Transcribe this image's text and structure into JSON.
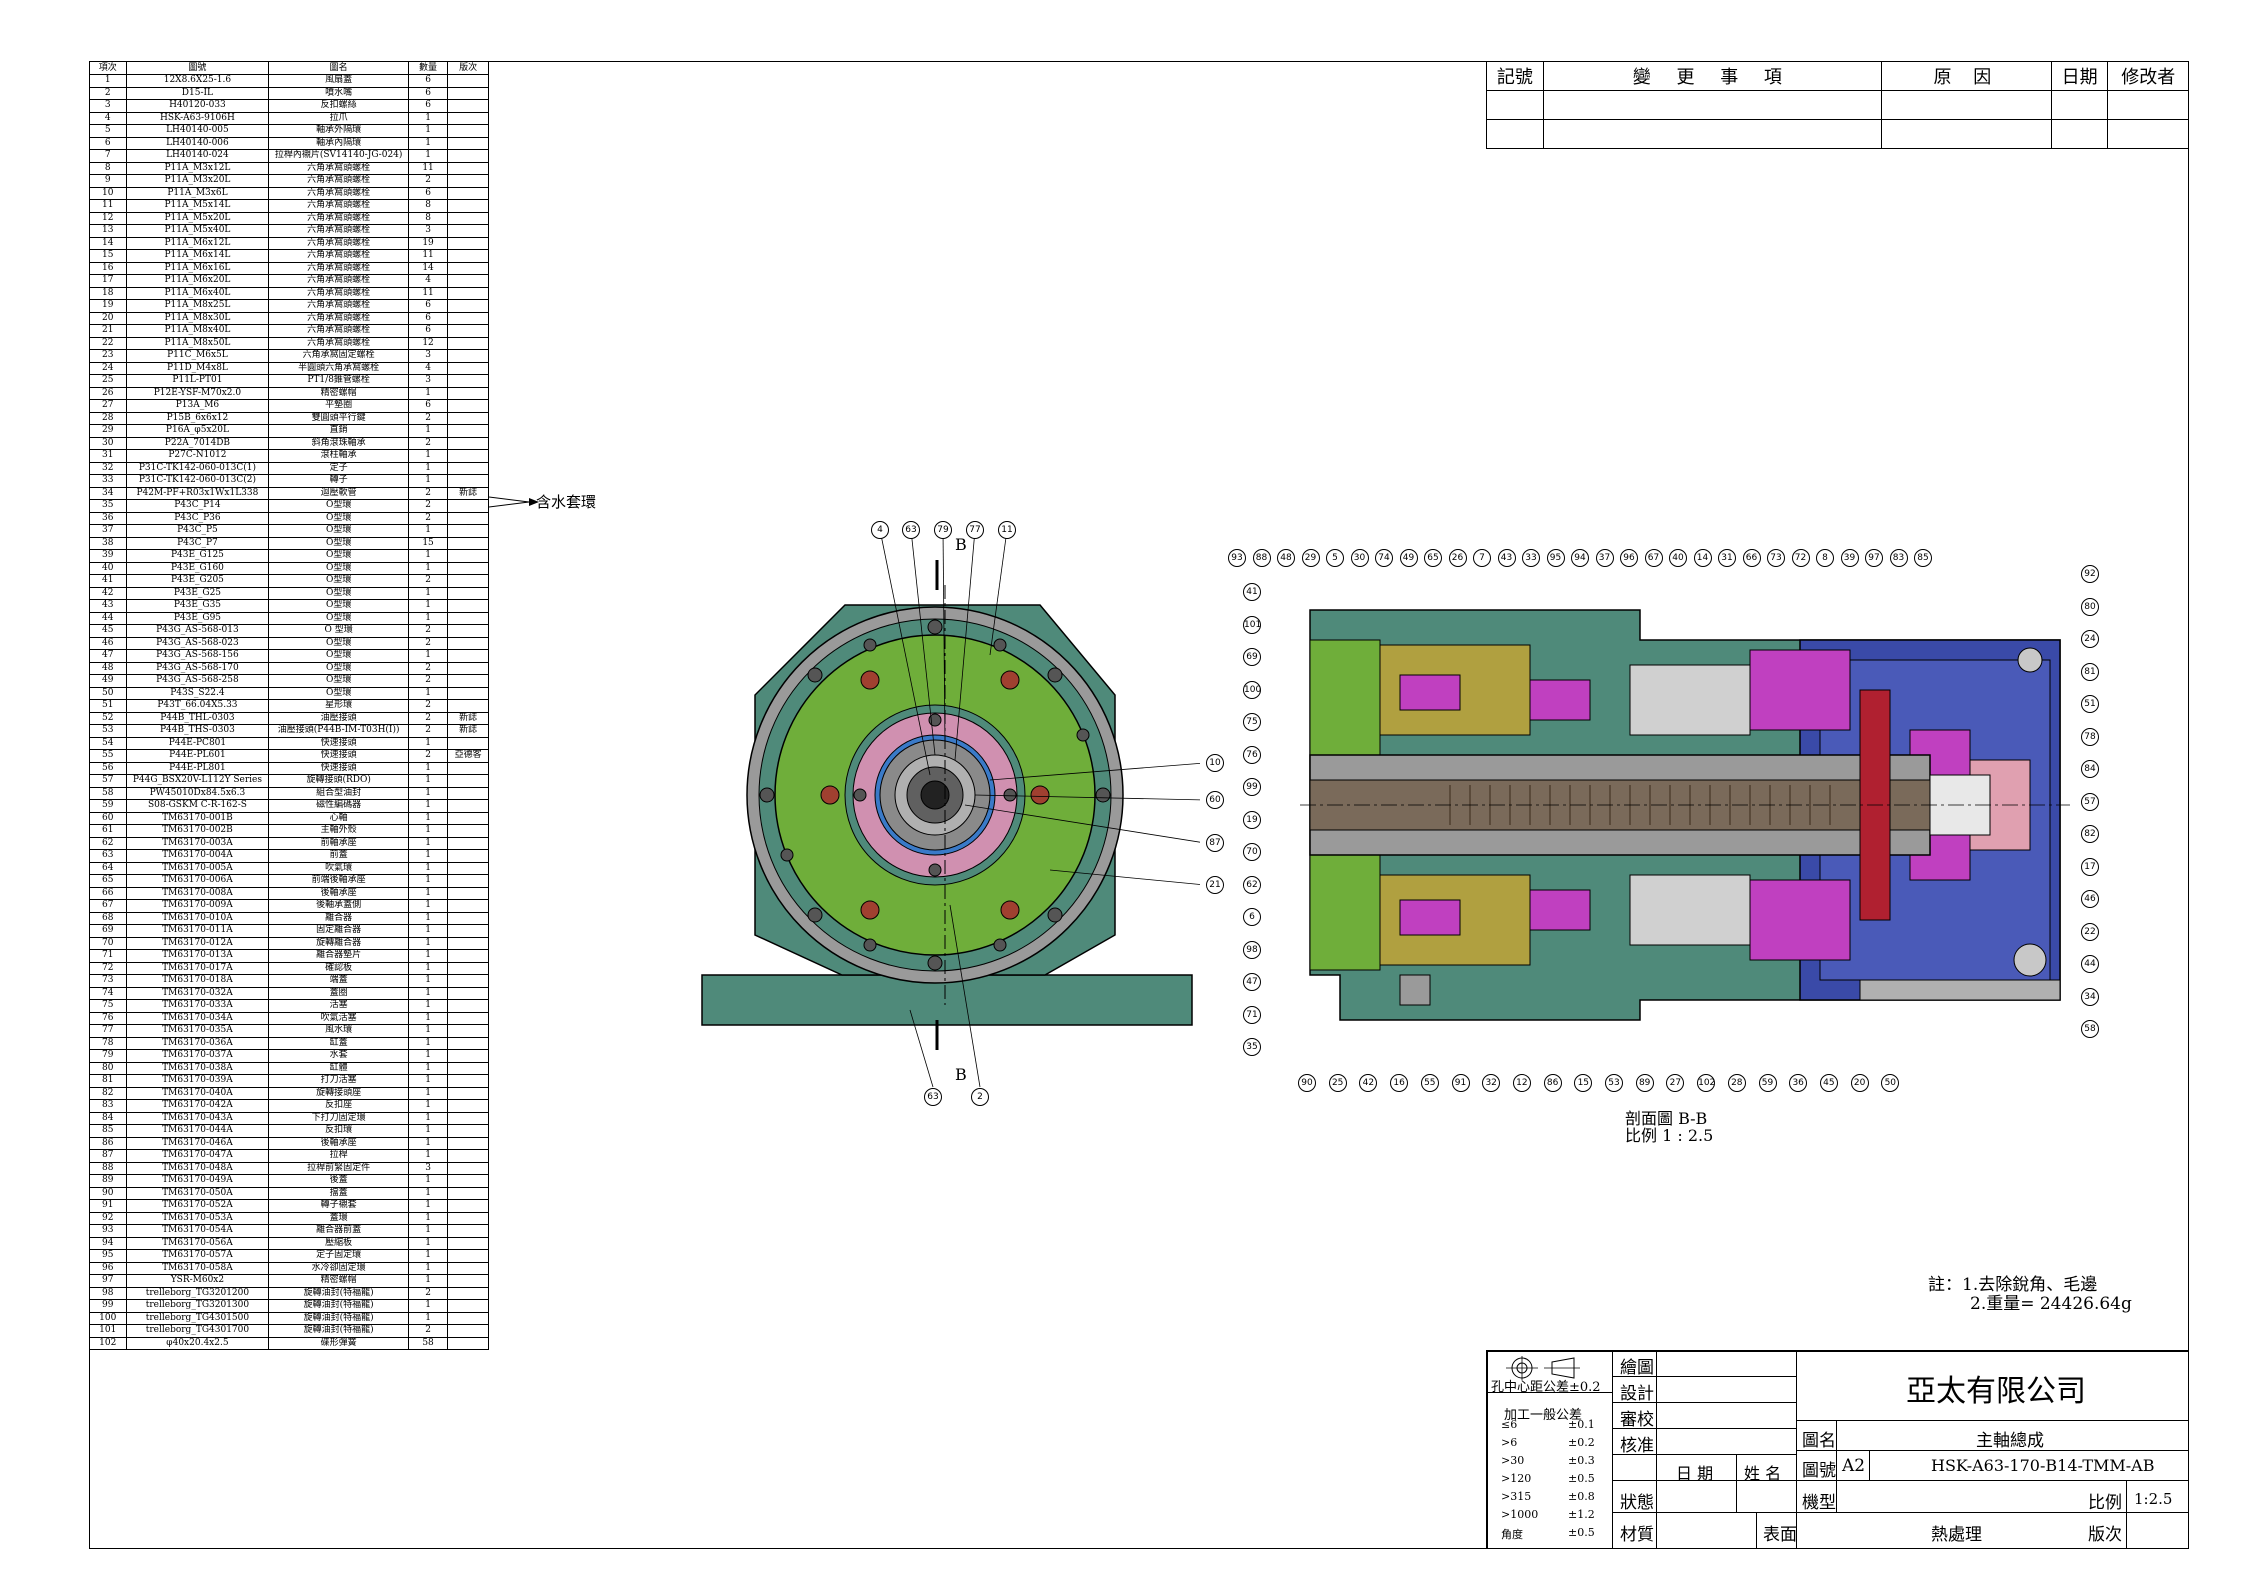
{
  "bom": {
    "headers": [
      "項次",
      "圖號",
      "圖名",
      "數量",
      "版次"
    ],
    "rows": [
      [
        "1",
        "12X8.6X25-1.6",
        "風扇蓋",
        "6",
        ""
      ],
      [
        "2",
        "D15-IL",
        "噴水嘴",
        "6",
        ""
      ],
      [
        "3",
        "H40120-033",
        "反扣螺絲",
        "6",
        ""
      ],
      [
        "4",
        "HSK-A63-9106H",
        "拉爪",
        "1",
        ""
      ],
      [
        "5",
        "LH40140-005",
        "軸承外隔環",
        "1",
        ""
      ],
      [
        "6",
        "LH40140-006",
        "軸承內隔環",
        "1",
        ""
      ],
      [
        "7",
        "LH40140-024",
        "拉桿內襯片(SV14140-JG-024)",
        "1",
        ""
      ],
      [
        "8",
        "P11A_M3x12L",
        "六角承窩頭螺栓",
        "11",
        ""
      ],
      [
        "9",
        "P11A_M3x20L",
        "六角承窩頭螺栓",
        "2",
        ""
      ],
      [
        "10",
        "P11A_M3x6L",
        "六角承窩頭螺栓",
        "6",
        ""
      ],
      [
        "11",
        "P11A_M5x14L",
        "六角承窩頭螺栓",
        "8",
        ""
      ],
      [
        "12",
        "P11A_M5x20L",
        "六角承窩頭螺栓",
        "8",
        ""
      ],
      [
        "13",
        "P11A_M5x40L",
        "六角承窩頭螺栓",
        "3",
        ""
      ],
      [
        "14",
        "P11A_M6x12L",
        "六角承窩頭螺栓",
        "19",
        ""
      ],
      [
        "15",
        "P11A_M6x14L",
        "六角承窩頭螺栓",
        "11",
        ""
      ],
      [
        "16",
        "P11A_M6x16L",
        "六角承窩頭螺栓",
        "14",
        ""
      ],
      [
        "17",
        "P11A_M6x20L",
        "六角承窩頭螺栓",
        "4",
        ""
      ],
      [
        "18",
        "P11A_M6x40L",
        "六角承窩頭螺栓",
        "11",
        ""
      ],
      [
        "19",
        "P11A_M8x25L",
        "六角承窩頭螺栓",
        "6",
        ""
      ],
      [
        "20",
        "P11A_M8x30L",
        "六角承窩頭螺栓",
        "6",
        ""
      ],
      [
        "21",
        "P11A_M8x40L",
        "六角承窩頭螺栓",
        "6",
        ""
      ],
      [
        "22",
        "P11A_M8x50L",
        "六角承窩頭螺栓",
        "12",
        ""
      ],
      [
        "23",
        "P11C_M6x5L",
        "六角承窩固定螺栓",
        "3",
        ""
      ],
      [
        "24",
        "P11D_M4x8L",
        "半圓頭六角承窩螺栓",
        "4",
        ""
      ],
      [
        "25",
        "P11L-PT01",
        "PT1/8錐管螺栓",
        "3",
        ""
      ],
      [
        "26",
        "P12E-YSF-M70x2.0",
        "精密螺帽",
        "1",
        ""
      ],
      [
        "27",
        "P13A_M6",
        "平墊圈",
        "6",
        ""
      ],
      [
        "28",
        "P15B_6x6x12",
        "雙圓頭平行鍵",
        "2",
        ""
      ],
      [
        "29",
        "P16A_φ5x20L",
        "直銷",
        "1",
        ""
      ],
      [
        "30",
        "P22A_7014DB",
        "斜角滾珠軸承",
        "2",
        ""
      ],
      [
        "31",
        "P27C-N1012",
        "滾柱軸承",
        "1",
        ""
      ],
      [
        "32",
        "P31C-TK142-060-013C(1)",
        "定子",
        "1",
        ""
      ],
      [
        "33",
        "P31C-TK142-060-013C(2)",
        "轉子",
        "1",
        ""
      ],
      [
        "34",
        "P42M-PF+R03x1Wx1L338",
        "迴壓軟管",
        "2",
        "新誌"
      ],
      [
        "35",
        "P43C_P14",
        "O型環",
        "2",
        ""
      ],
      [
        "36",
        "P43C_P36",
        "O型環",
        "2",
        ""
      ],
      [
        "37",
        "P43C_P5",
        "O型環",
        "1",
        ""
      ],
      [
        "38",
        "P43C_P7",
        "O型環",
        "15",
        ""
      ],
      [
        "39",
        "P43E_G125",
        "O型環",
        "1",
        ""
      ],
      [
        "40",
        "P43E_G160",
        "O型環",
        "1",
        ""
      ],
      [
        "41",
        "P43E_G205",
        "O型環",
        "2",
        ""
      ],
      [
        "42",
        "P43E_G25",
        "O型環",
        "1",
        ""
      ],
      [
        "43",
        "P43E_G35",
        "O型環",
        "1",
        ""
      ],
      [
        "44",
        "P43E_G95",
        "O型環",
        "1",
        ""
      ],
      [
        "45",
        "P43G_AS-568-013",
        "O 型環",
        "2",
        ""
      ],
      [
        "46",
        "P43G_AS-568-023",
        "O型環",
        "2",
        ""
      ],
      [
        "47",
        "P43G_AS-568-156",
        "O型環",
        "1",
        ""
      ],
      [
        "48",
        "P43G_AS-568-170",
        "O型環",
        "2",
        ""
      ],
      [
        "49",
        "P43G_AS-568-258",
        "O型環",
        "2",
        ""
      ],
      [
        "50",
        "P43S_S22.4",
        "O型環",
        "1",
        ""
      ],
      [
        "51",
        "P43T_66.04X5.33",
        "星形環",
        "2",
        ""
      ],
      [
        "52",
        "P44B_THL-0303",
        "油壓接頭",
        "2",
        "新誌"
      ],
      [
        "53",
        "P44B_THS-0303",
        "油壓接頭(P44B-IM-T03H(I))",
        "2",
        "新誌"
      ],
      [
        "54",
        "P44E-PC801",
        "快速接頭",
        "1",
        ""
      ],
      [
        "55",
        "P44E-PL601",
        "快速接頭",
        "2",
        "亞德客"
      ],
      [
        "56",
        "P44E-PL801",
        "快速接頭",
        "1",
        ""
      ],
      [
        "57",
        "P44G_BSX20V-L112Y Series",
        "旋轉接頭(RDO)",
        "1",
        ""
      ],
      [
        "58",
        "PW45010Dx84.5x6.3",
        "組合型油封",
        "1",
        ""
      ],
      [
        "59",
        "S08-GSKM C-R-162-S",
        "磁性編碼器",
        "1",
        ""
      ],
      [
        "60",
        "TM63170-001B",
        "心軸",
        "1",
        ""
      ],
      [
        "61",
        "TM63170-002B",
        "主軸外殼",
        "1",
        ""
      ],
      [
        "62",
        "TM63170-003A",
        "前軸承座",
        "1",
        ""
      ],
      [
        "63",
        "TM63170-004A",
        "前蓋",
        "1",
        ""
      ],
      [
        "64",
        "TM63170-005A",
        "吹氣環",
        "1",
        ""
      ],
      [
        "65",
        "TM63170-006A",
        "前端後軸承座",
        "1",
        ""
      ],
      [
        "66",
        "TM63170-008A",
        "後軸承座",
        "1",
        ""
      ],
      [
        "67",
        "TM63170-009A",
        "後軸承蓋側",
        "1",
        ""
      ],
      [
        "68",
        "TM63170-010A",
        "離合器",
        "1",
        ""
      ],
      [
        "69",
        "TM63170-011A",
        "固定離合器",
        "1",
        ""
      ],
      [
        "70",
        "TM63170-012A",
        "旋轉離合器",
        "1",
        ""
      ],
      [
        "71",
        "TM63170-013A",
        "離合器墊片",
        "1",
        ""
      ],
      [
        "72",
        "TM63170-017A",
        "確認板",
        "1",
        ""
      ],
      [
        "73",
        "TM63170-018A",
        "端蓋",
        "1",
        ""
      ],
      [
        "74",
        "TM63170-032A",
        "蓋圈",
        "1",
        ""
      ],
      [
        "75",
        "TM63170-033A",
        "活塞",
        "1",
        ""
      ],
      [
        "76",
        "TM63170-034A",
        "吹氣活塞",
        "1",
        ""
      ],
      [
        "77",
        "TM63170-035A",
        "風水環",
        "1",
        ""
      ],
      [
        "78",
        "TM63170-036A",
        "缸蓋",
        "1",
        ""
      ],
      [
        "79",
        "TM63170-037A",
        "水套",
        "1",
        ""
      ],
      [
        "80",
        "TM63170-038A",
        "缸體",
        "1",
        ""
      ],
      [
        "81",
        "TM63170-039A",
        "打刀活塞",
        "1",
        ""
      ],
      [
        "82",
        "TM63170-040A",
        "旋轉接頭座",
        "1",
        ""
      ],
      [
        "83",
        "TM63170-042A",
        "反扣座",
        "1",
        ""
      ],
      [
        "84",
        "TM63170-043A",
        "下打刀固定環",
        "1",
        ""
      ],
      [
        "85",
        "TM63170-044A",
        "反扣環",
        "1",
        ""
      ],
      [
        "86",
        "TM63170-046A",
        "後軸承座",
        "1",
        ""
      ],
      [
        "87",
        "TM63170-047A",
        "拉桿",
        "1",
        ""
      ],
      [
        "88",
        "TM63170-048A",
        "拉桿前緊固定件",
        "3",
        ""
      ],
      [
        "89",
        "TM63170-049A",
        "後蓋",
        "1",
        ""
      ],
      [
        "90",
        "TM63170-050A",
        "擋蓋",
        "1",
        ""
      ],
      [
        "91",
        "TM63170-052A",
        "轉子襯套",
        "1",
        ""
      ],
      [
        "92",
        "TM63170-053A",
        "蓋環",
        "1",
        ""
      ],
      [
        "93",
        "TM63170-054A",
        "離合器前蓋",
        "1",
        ""
      ],
      [
        "94",
        "TM63170-056A",
        "壓縮板",
        "1",
        ""
      ],
      [
        "95",
        "TM63170-057A",
        "定子固定環",
        "1",
        ""
      ],
      [
        "96",
        "TM63170-058A",
        "水冷卻固定環",
        "1",
        ""
      ],
      [
        "97",
        "YSR-M60x2",
        "精密螺帽",
        "1",
        ""
      ],
      [
        "98",
        "trelleborg_TG3201200",
        "旋轉油封(特福龍)",
        "2",
        ""
      ],
      [
        "99",
        "trelleborg_TG3201300",
        "旋轉油封(特福龍)",
        "1",
        ""
      ],
      [
        "100",
        "trelleborg_TG4301500",
        "旋轉油封(特福龍)",
        "1",
        ""
      ],
      [
        "101",
        "trelleborg_TG4301700",
        "旋轉油封(特福龍)",
        "2",
        ""
      ],
      [
        "102",
        "φ40x20.4x2.5",
        "碟形彈簧",
        "58",
        ""
      ]
    ]
  },
  "annotation": "含水套環",
  "revision": {
    "headers": [
      "記號",
      "變 更 事 項",
      "原 因",
      "日期",
      "修改者"
    ]
  },
  "front_view": {
    "section_letter": "B",
    "balloons": [
      "4",
      "63",
      "79",
      "77",
      "11",
      "10",
      "60",
      "87",
      "21",
      "63",
      "2"
    ]
  },
  "section_view": {
    "caption_line1": "剖面圖 B-B",
    "caption_line2": "比例 1 : 2.5",
    "top_balloons": [
      "93",
      "88",
      "48",
      "29",
      "5",
      "30",
      "74",
      "49",
      "65",
      "26",
      "7",
      "43",
      "33",
      "95",
      "94",
      "37",
      "96",
      "67",
      "40",
      "14",
      "31",
      "66",
      "73",
      "72",
      "8",
      "39",
      "97",
      "83",
      "85"
    ],
    "left_balloons": [
      "41",
      "101",
      "69",
      "100",
      "75",
      "76",
      "99",
      "19",
      "70",
      "62",
      "6",
      "98",
      "47",
      "71",
      "35"
    ],
    "right_balloons": [
      "92",
      "80",
      "24",
      "81",
      "51",
      "78",
      "84",
      "57",
      "82",
      "17",
      "46",
      "22",
      "44",
      "34",
      "58"
    ],
    "bottom_balloons": [
      "90",
      "25",
      "42",
      "16",
      "55",
      "91",
      "32",
      "12",
      "86",
      "15",
      "53",
      "89",
      "27",
      "102",
      "28",
      "59",
      "36",
      "45",
      "20",
      "50"
    ]
  },
  "notes": {
    "line1": "註：1.去除銳角、毛邊",
    "line2": "2.重量= 24426.64g"
  },
  "title_block": {
    "tolerance_label": "孔中心距公差±0.2",
    "general_tolerance_label": "加工一般公差",
    "tolerances": [
      [
        "≤6",
        "±0.1"
      ],
      [
        ">6",
        "±0.2"
      ],
      [
        ">30",
        "±0.3"
      ],
      [
        ">120",
        "±0.5"
      ],
      [
        ">315",
        "±0.8"
      ],
      [
        ">1000",
        "±1.2"
      ],
      [
        "角度",
        "±0.5"
      ]
    ],
    "draw": "繪圖",
    "design": "設計",
    "review": "審校",
    "approve": "核准",
    "date": "日 期",
    "name": "姓 名",
    "status": "狀態",
    "material": "材質",
    "surface": "表面",
    "heat_treat": "熱處理",
    "company": "亞太有限公司",
    "drawing_name_label": "圖名",
    "drawing_name": "主軸總成",
    "drawing_no_label": "圖號",
    "size": "A2",
    "drawing_no": "HSK-A63-170-B14-TMM-AB",
    "model_label": "機型",
    "scale_label": "比例",
    "scale": "1:2.5",
    "version_label": "版次"
  },
  "colors": {
    "housing": "#4f8a7a",
    "flange_green": "#6fae3a",
    "spindle_gray": "#9a9a9a",
    "rotor": "#8a7a6a",
    "magenta": "#c040c0",
    "blue": "#3a4aa8",
    "red": "#b02030",
    "olive": "#b0a040",
    "pink": "#e0a0b0"
  }
}
